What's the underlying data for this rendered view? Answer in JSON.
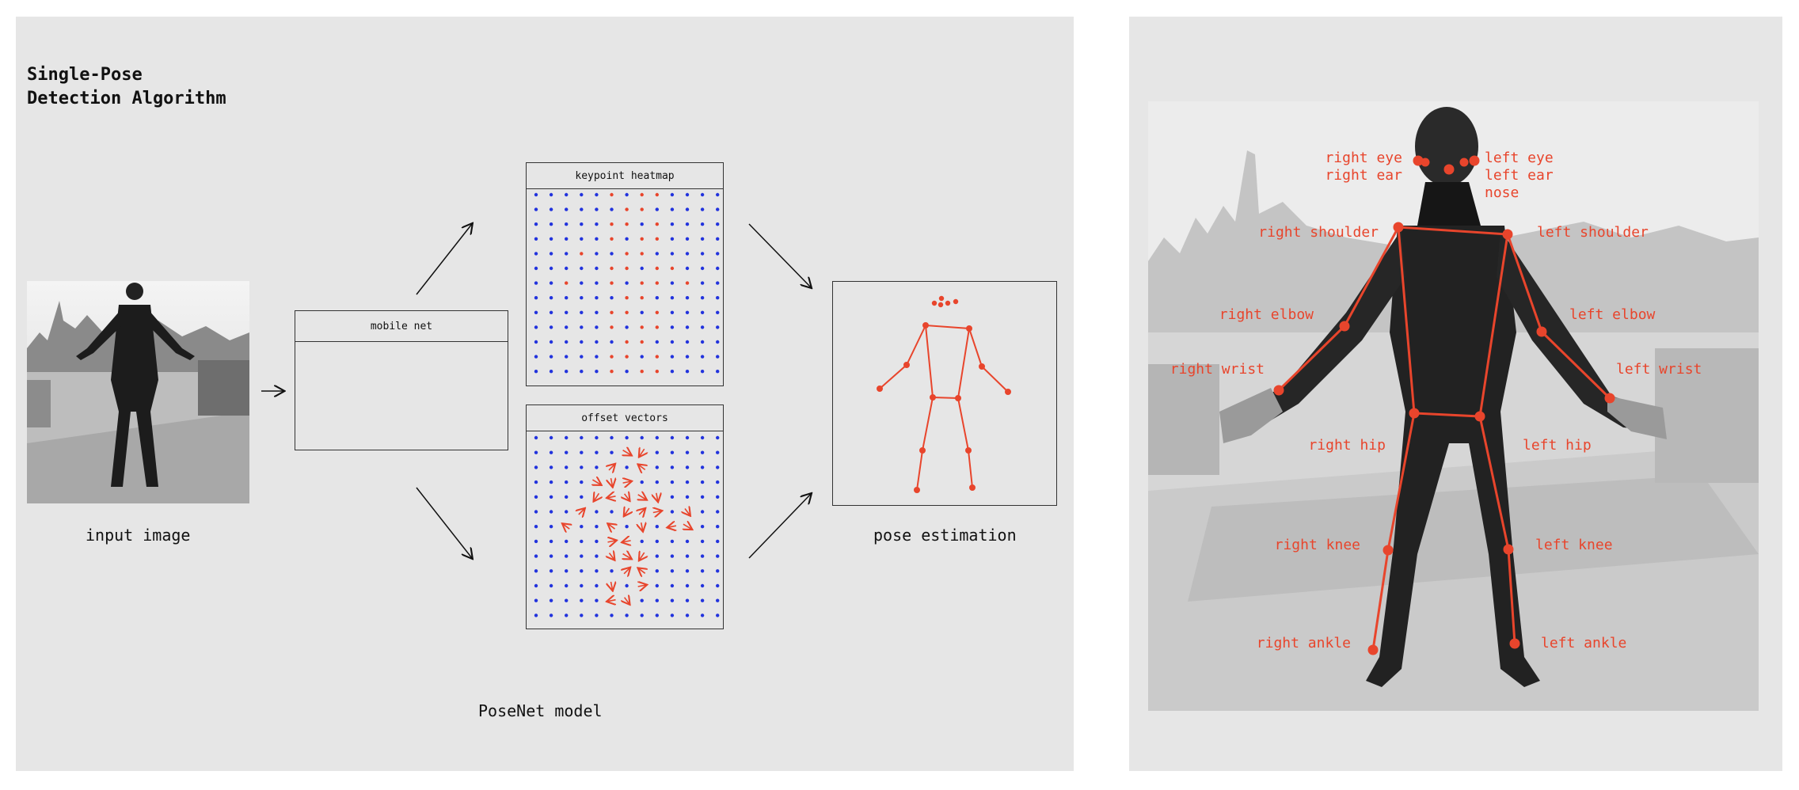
{
  "title": "Single-Pose\nDetection Algorithm",
  "captions": {
    "input": "input image",
    "pose": "pose estimation",
    "model": "PoseNet model"
  },
  "boxes": {
    "mobilenet": "mobile net",
    "heatmap": "keypoint heatmap",
    "offsets": "offset vectors"
  },
  "keypoint_labels": [
    "right eye",
    "right ear",
    "left eye",
    "left ear",
    "nose",
    "right shoulder",
    "left shoulder",
    "right elbow",
    "left elbow",
    "right wrist",
    "left wrist",
    "right hip",
    "left hip",
    "right knee",
    "left knee",
    "right ankle",
    "left ankle"
  ],
  "colors": {
    "accent": "#e8452c",
    "grid_dot": "#2233dd",
    "panel_bg": "#e6e6e6",
    "ink": "#111111"
  },
  "grid": {
    "cols": 13,
    "rows": 13
  }
}
